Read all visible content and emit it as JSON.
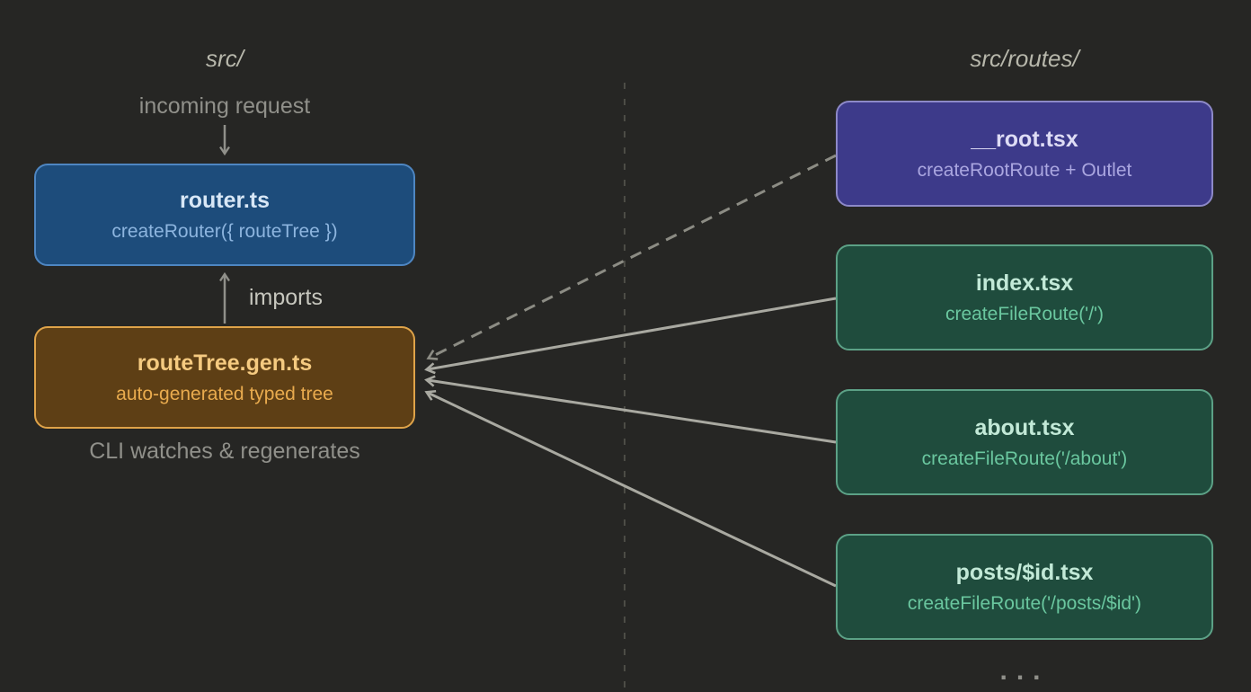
{
  "diagram": {
    "left": {
      "header": "src/",
      "incoming_label": "incoming request",
      "imports_label": "imports",
      "cli_label": "CLI watches & regenerates",
      "router_node": {
        "title": "router.ts",
        "subtitle": "createRouter({ routeTree })"
      },
      "routetree_node": {
        "title": "routeTree.gen.ts",
        "subtitle": "auto-generated typed tree"
      }
    },
    "right": {
      "header": "src/routes/",
      "ellipsis": "...",
      "nodes": [
        {
          "title": "__root.tsx",
          "subtitle": "createRootRoute + Outlet"
        },
        {
          "title": "index.tsx",
          "subtitle": "createFileRoute('/')"
        },
        {
          "title": "about.tsx",
          "subtitle": "createFileRoute('/about')"
        },
        {
          "title": "posts/$id.tsx",
          "subtitle": "createFileRoute('/posts/$id')"
        }
      ]
    },
    "palette": {
      "background": "#262624",
      "router_fill": "#1d4c7b",
      "router_border": "#4e86c2",
      "router_title": "#d8e7f6",
      "router_subtitle": "#8db5df",
      "routetree_fill": "#5e3f15",
      "routetree_border": "#dfa349",
      "routetree_title": "#f5ca80",
      "routetree_subtitle": "#e9ab4e",
      "root_fill": "#3d3a8a",
      "root_border": "#8d89c8",
      "root_title": "#dedcf5",
      "root_subtitle": "#aaa6e0",
      "route_fill": "#1f4c3d",
      "route_border": "#5ca186",
      "route_title": "#c2e9d7",
      "route_subtitle": "#6ac79f",
      "solid_arrow": "#a9a9a1",
      "dashed_arrow": "#8c8c84",
      "small_arrow": "#90908a",
      "muted_text": "#90908a",
      "header_text": "#b7b7ab",
      "divider": "#4c4c46"
    }
  }
}
